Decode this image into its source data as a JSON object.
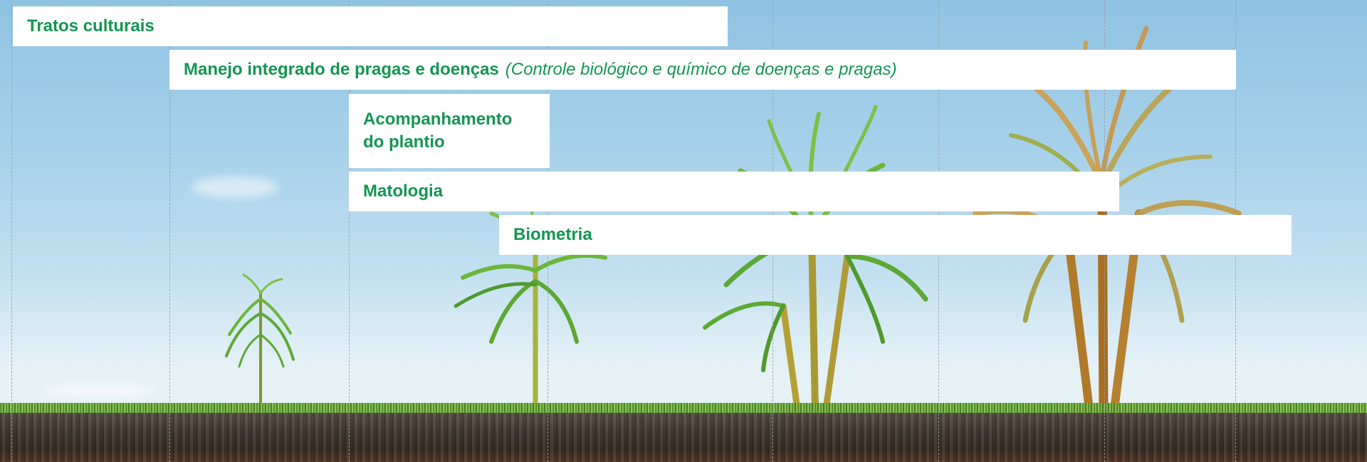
{
  "bars": {
    "tratos": {
      "label": "Tratos culturais"
    },
    "manejo": {
      "label": "Manejo integrado de pragas e doenças",
      "note": "(Controle biológico e químico de doenças e pragas)"
    },
    "acompanhamento": {
      "label_line1": "Acompanhamento",
      "label_line2": "do plantio"
    },
    "matologia": {
      "label": "Matologia"
    },
    "biometria": {
      "label": "Biometria"
    }
  },
  "colors": {
    "label_green": "#139652",
    "bar_background": "#ffffff",
    "sky": "#a9d2ea",
    "soil": "#433a33"
  },
  "illustration": {
    "subject": "sugarcane growth stages"
  }
}
